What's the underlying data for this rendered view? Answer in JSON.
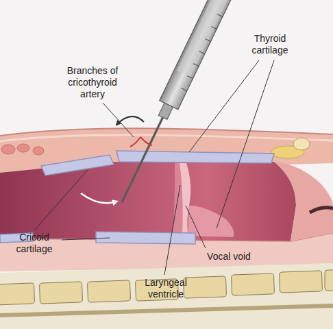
{
  "diagram": {
    "labels": [
      "Branches of cricothyroid artery",
      "Thyroid cartilage",
      "Cricoid cartilage",
      "Vocal void",
      "Laryngeal ventricle"
    ]
  }
}
